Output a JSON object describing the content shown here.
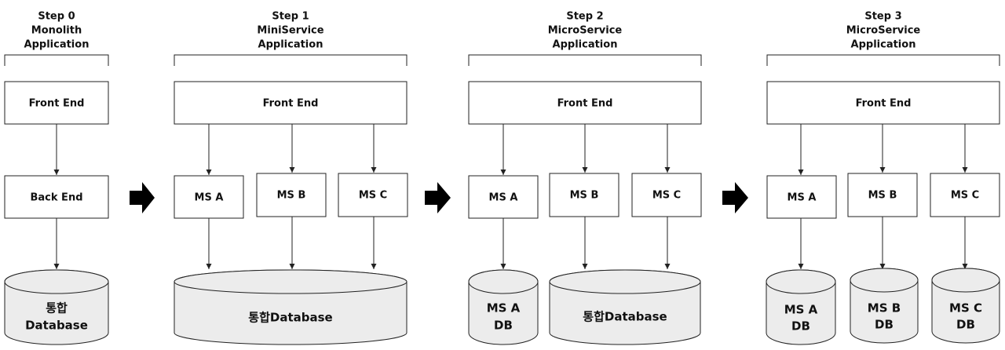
{
  "steps": [
    {
      "title_lines": [
        "Step 0",
        "Monolith",
        "Application"
      ],
      "front_end": "Front End",
      "back_end": "Back End",
      "databases": [
        {
          "lines": [
            "통합",
            "Database"
          ]
        }
      ]
    },
    {
      "title_lines": [
        "Step 1",
        "MiniService",
        "Application"
      ],
      "front_end": "Front End",
      "services": [
        "MS A",
        "MS B",
        "MS C"
      ],
      "databases": [
        {
          "lines": [
            "통합Database"
          ]
        }
      ]
    },
    {
      "title_lines": [
        "Step 2",
        "MicroService",
        "Application"
      ],
      "front_end": "Front End",
      "services": [
        "MS A",
        "MS B",
        "MS C"
      ],
      "databases": [
        {
          "lines": [
            "MS A",
            "DB"
          ]
        },
        {
          "lines": [
            "통합Database"
          ]
        }
      ]
    },
    {
      "title_lines": [
        "Step 3",
        "MicroService",
        "Application"
      ],
      "front_end": "Front End",
      "services": [
        "MS A",
        "MS B",
        "MS C"
      ],
      "databases": [
        {
          "lines": [
            "MS A",
            "DB"
          ]
        },
        {
          "lines": [
            "MS B",
            "DB"
          ]
        },
        {
          "lines": [
            "MS C",
            "DB"
          ]
        }
      ]
    }
  ],
  "colors": {
    "stroke": "#222222",
    "db_fill": "#ececec",
    "box_fill": "#ffffff",
    "arrow_fill": "#000000"
  },
  "transition_icon": "right-arrow-icon"
}
